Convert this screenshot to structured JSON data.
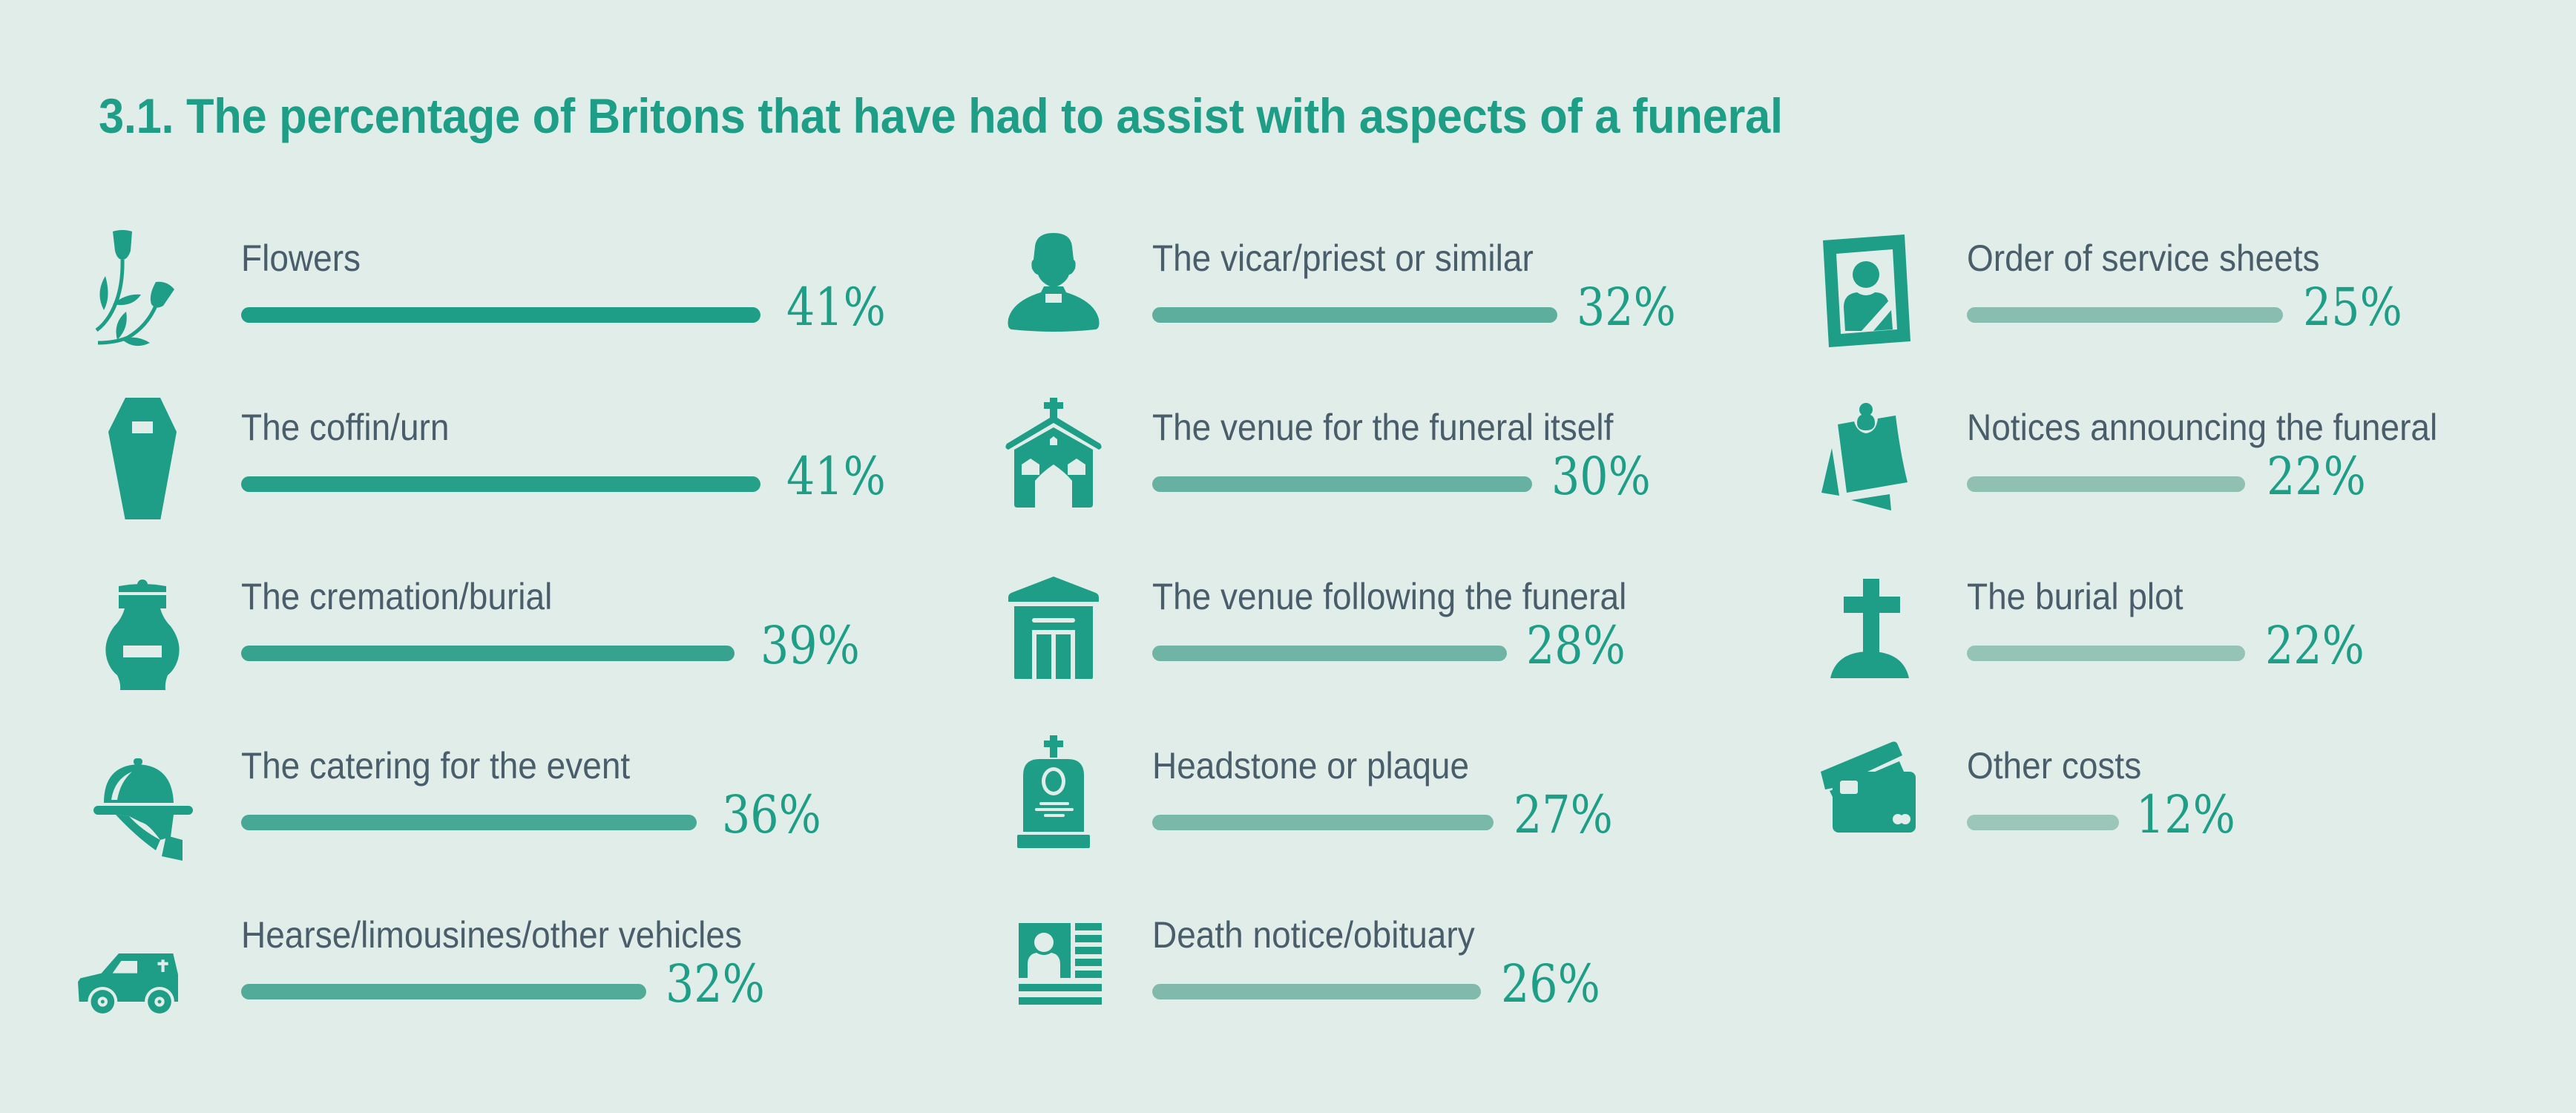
{
  "title": "3.1. The percentage of Britons that have had to assist with aspects of a funeral",
  "colors": {
    "background": "#e0ede9",
    "accent": "#1e9e87",
    "label_text": "#4a5d6a"
  },
  "items": [
    {
      "label": "Flowers",
      "value": 41,
      "pct": "41%",
      "icon": "flowers-icon",
      "bar_color": "#1e9e87"
    },
    {
      "label": "The coffin/urn",
      "value": 41,
      "pct": "41%",
      "icon": "coffin-icon",
      "bar_color": "#27a08a"
    },
    {
      "label": "The cremation/burial",
      "value": 39,
      "pct": "39%",
      "icon": "urn-icon",
      "bar_color": "#37a38f"
    },
    {
      "label": "The catering for the event",
      "value": 36,
      "pct": "36%",
      "icon": "catering-cloche-icon",
      "bar_color": "#47a895"
    },
    {
      "label": "Hearse/limousines/other vehicles",
      "value": 32,
      "pct": "32%",
      "icon": "hearse-icon",
      "bar_color": "#52ab98"
    },
    {
      "label": "The vicar/priest or similar",
      "value": 32,
      "pct": "32%",
      "icon": "priest-icon",
      "bar_color": "#5eae9d"
    },
    {
      "label": "The venue for the funeral itself",
      "value": 30,
      "pct": "30%",
      "icon": "church-icon",
      "bar_color": "#67b1a2"
    },
    {
      "label": "The venue following the funeral",
      "value": 28,
      "pct": "28%",
      "icon": "venue-building-icon",
      "bar_color": "#70b4a6"
    },
    {
      "label": "Headstone or plaque",
      "value": 27,
      "pct": "27%",
      "icon": "headstone-icon",
      "bar_color": "#7ab8a9"
    },
    {
      "label": "Death notice/obituary",
      "value": 26,
      "pct": "26%",
      "icon": "obituary-icon",
      "bar_color": "#81baac"
    },
    {
      "label": "Order of service sheets",
      "value": 25,
      "pct": "25%",
      "icon": "memorial-photo-icon",
      "bar_color": "#88bdaf"
    },
    {
      "label": "Notices announcing the funeral",
      "value": 22,
      "pct": "22%",
      "icon": "pinned-notice-icon",
      "bar_color": "#8fc0b2"
    },
    {
      "label": "The burial plot",
      "value": 22,
      "pct": "22%",
      "icon": "grave-cross-icon",
      "bar_color": "#95c3b5"
    },
    {
      "label": "Other costs",
      "value": 12,
      "pct": "12%",
      "icon": "credit-cards-icon",
      "bar_color": "#9bc6b9"
    }
  ],
  "chart_data": {
    "type": "bar",
    "orientation": "horizontal",
    "title": "3.1. The percentage of Britons that have had to assist with aspects of a funeral",
    "xlabel": "",
    "ylabel": "",
    "unit": "%",
    "grid": false,
    "legend": null,
    "categories": [
      "Flowers",
      "The coffin/urn",
      "The cremation/burial",
      "The catering for the event",
      "Hearse/limousines/other vehicles",
      "The vicar/priest or similar",
      "The venue for the funeral itself",
      "The venue following the funeral",
      "Headstone or plaque",
      "Death notice/obituary",
      "Order of service sheets",
      "Notices announcing the funeral",
      "The burial plot",
      "Other costs"
    ],
    "values": [
      41,
      41,
      39,
      36,
      32,
      32,
      30,
      28,
      27,
      26,
      25,
      22,
      22,
      12
    ]
  }
}
